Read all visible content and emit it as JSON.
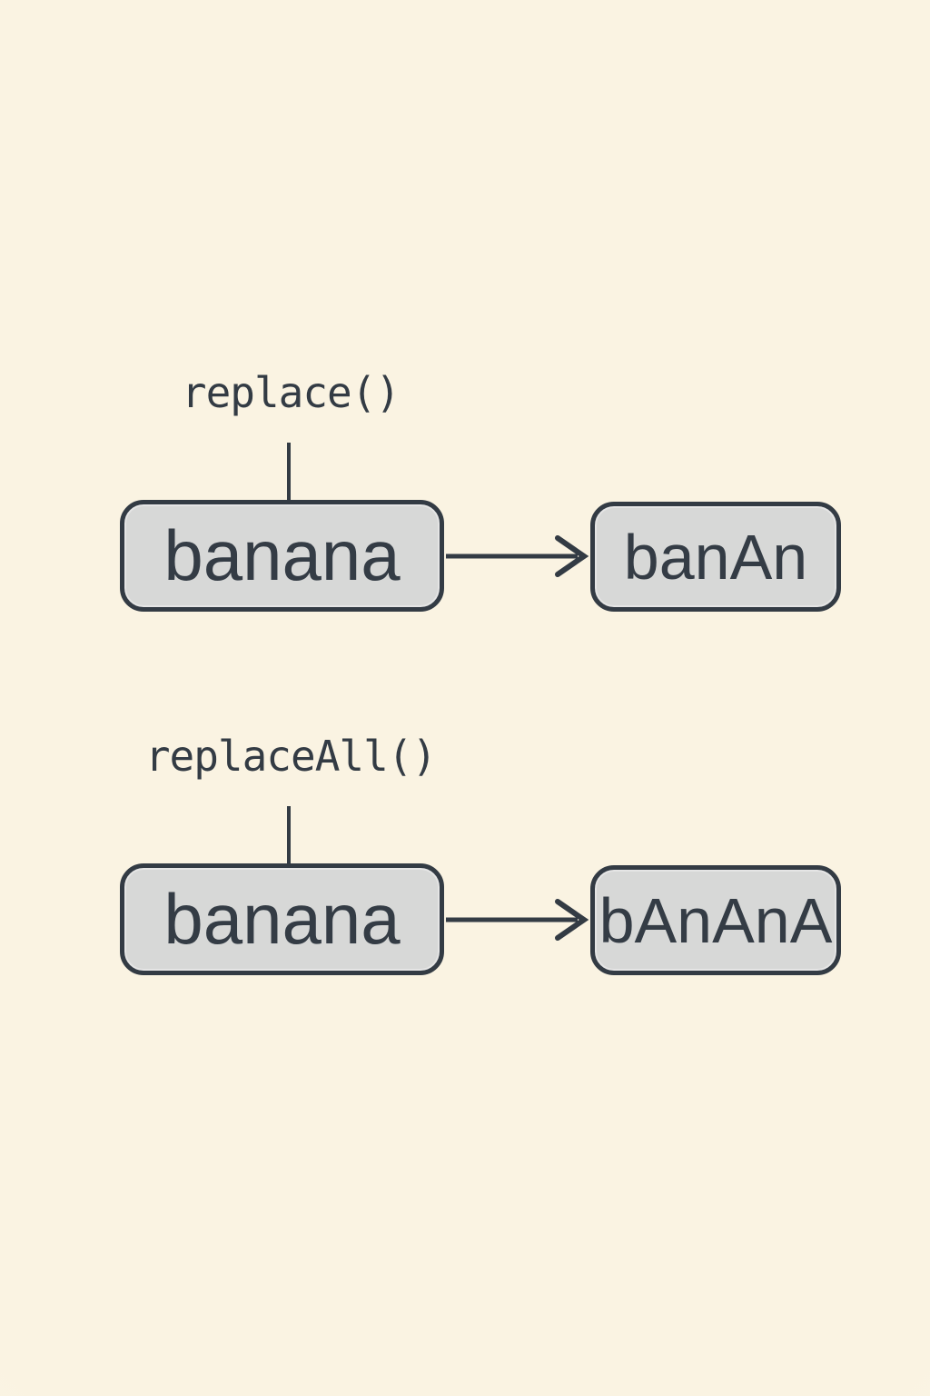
{
  "diagram": {
    "sections": [
      {
        "method_label": "replace()",
        "input": "banana",
        "output": "banAn"
      },
      {
        "method_label": "replaceAll()",
        "input": "banana",
        "output": "bAnAnA"
      }
    ]
  },
  "colors": {
    "background": "#FAF3E2",
    "box_fill": "#D7D8D7",
    "stroke": "#333B44",
    "text": "#343C45"
  }
}
